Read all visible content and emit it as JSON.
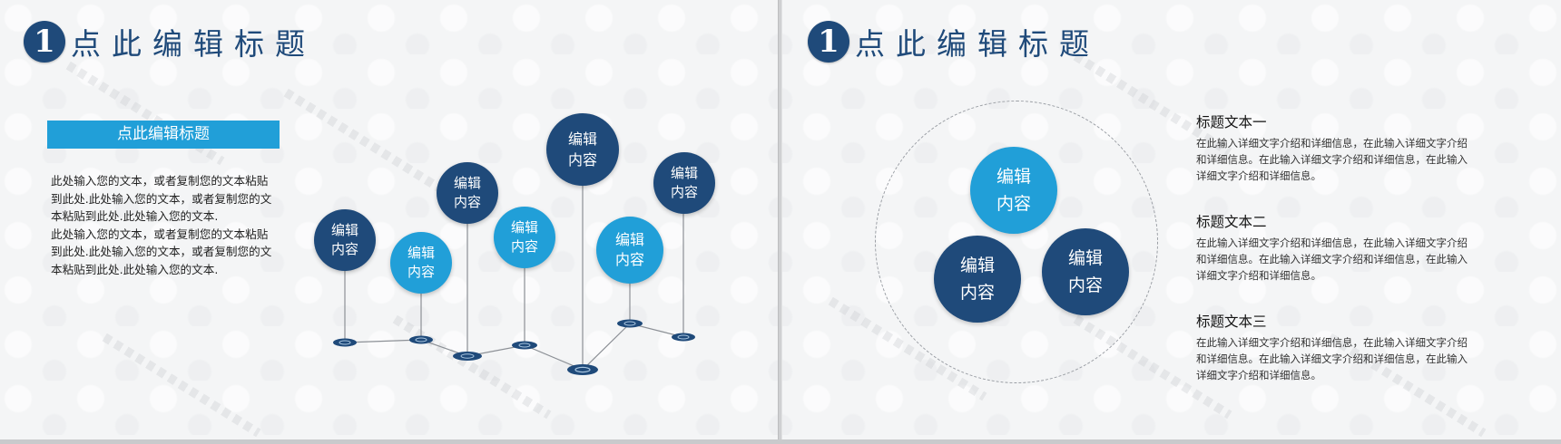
{
  "colors": {
    "dark": "#1f4a7a",
    "light": "#219fd8",
    "background": "#f4f5f6",
    "divider": "#cfd0d2"
  },
  "slides": [
    {
      "badge_number": "1",
      "title": "点此编辑标题",
      "box_header": "点此编辑标题",
      "body_paragraphs": [
        "此处输入您的文本，或者复制您的文本粘贴到此处.此处输入您的文本，或者复制您的文本粘贴到此处.此处输入您的文本.",
        "此处输入您的文本，或者复制您的文本粘贴到此处.此处输入您的文本，或者复制您的文本粘贴到此处.此处输入您的文本."
      ],
      "bubbles": [
        {
          "line1": "编辑",
          "line2": "内容",
          "style": "dark"
        },
        {
          "line1": "编辑",
          "line2": "内容",
          "style": "light"
        },
        {
          "line1": "编辑",
          "line2": "内容",
          "style": "dark"
        },
        {
          "line1": "编辑",
          "line2": "内容",
          "style": "light"
        },
        {
          "line1": "编辑",
          "line2": "内容",
          "style": "dark"
        },
        {
          "line1": "编辑",
          "line2": "内容",
          "style": "light"
        },
        {
          "line1": "编辑",
          "line2": "内容",
          "style": "dark"
        }
      ]
    },
    {
      "badge_number": "1",
      "title": "点此编辑标题",
      "circles": [
        {
          "line1": "编辑",
          "line2": "内容",
          "style": "light"
        },
        {
          "line1": "编辑",
          "line2": "内容",
          "style": "dark"
        },
        {
          "line1": "编辑",
          "line2": "内容",
          "style": "dark"
        }
      ],
      "items": [
        {
          "title": "标题文本一",
          "text": "在此输入详细文字介绍和详细信息，在此输入详细文字介绍和详细信息。在此输入详细文字介绍和详细信息，在此输入详细文字介绍和详细信息。"
        },
        {
          "title": "标题文本二",
          "text": "在此输入详细文字介绍和详细信息，在此输入详细文字介绍和详细信息。在此输入详细文字介绍和详细信息，在此输入详细文字介绍和详细信息。"
        },
        {
          "title": "标题文本三",
          "text": "在此输入详细文字介绍和详细信息，在此输入详细文字介绍和详细信息。在此输入详细文字介绍和详细信息，在此输入详细文字介绍和详细信息。"
        }
      ]
    }
  ]
}
